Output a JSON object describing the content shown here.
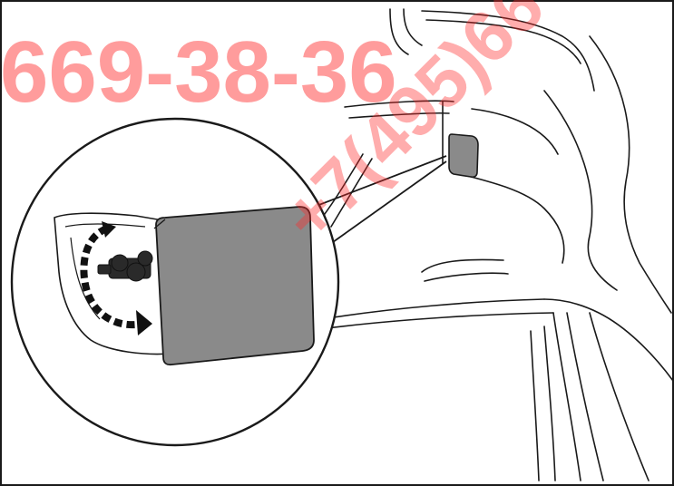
{
  "watermark": {
    "phone_main": "669-38-36",
    "phone_diagonal": "+7(495)66",
    "color": "#ff2b2b"
  },
  "illustration": {
    "line_color": "#1a1a1a",
    "cover_fill": "#8a8a8a",
    "bolt_fill": "#2a2a2a",
    "arrow_color": "#111111",
    "icons": [
      "magnifier-callout",
      "arrow-counterclockwise-icon"
    ]
  }
}
